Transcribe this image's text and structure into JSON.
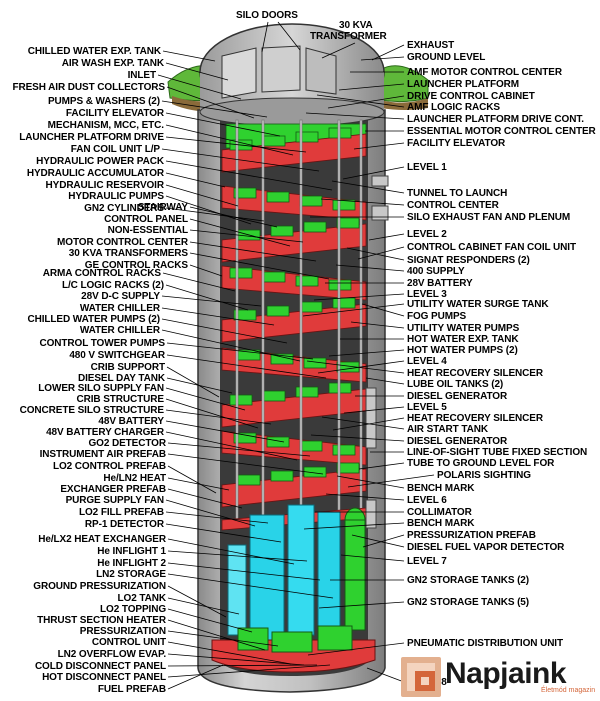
{
  "labels_top": [
    "SILO DOORS",
    "30 KVA",
    "TRANSFORMER"
  ],
  "labels_left": [
    "CHILLED WATER EXP. TANK",
    "AIR WASH EXP. TANK",
    "INLET",
    "FRESH AIR DUST COLLECTORS",
    "PUMPS & WASHERS (2)",
    "FACILITY ELEVATOR",
    "MECHANISM, MCC, ETC.",
    "LAUNCHER PLATFORM DRIVE",
    "FAN COIL UNIT L/P",
    "HYDRAULIC POWER PACK",
    "HYDRAULIC ACCUMULATOR",
    "HYDRAULIC RESERVOIR",
    "HYDRAULIC PUMPS",
    "GN2 CYLINDERS",
    "STAIRWAY",
    "CONTROL PANEL",
    "NON-ESSENTIAL",
    "MOTOR CONTROL CENTER",
    "30 KVA TRANSFORMERS",
    "GE CONTROL RACKS",
    "ARMA CONTROL RACKS",
    "L/C LOGIC RACKS (2)",
    "28V D-C SUPPLY",
    "WATER CHILLER",
    "CHILLED WATER PUMPS (2)",
    "WATER CHILLER",
    "CONTROL TOWER PUMPS",
    "480 V SWITCHGEAR",
    "CRIB SUPPORT",
    "DIESEL DAY TANK",
    "LOWER SILO SUPPLY FAN",
    "CRIB STRUCTURE",
    "CONCRETE SILO STRUCTURE",
    "48V BATTERY",
    "48V BATTERY CHARGER",
    "GO2 DETECTOR",
    "INSTRUMENT AIR PREFAB",
    "LO2 CONTROL PREFAB",
    "He/LN2 HEAT",
    "EXCHANGER PREFAB",
    "PURGE SUPPLY FAN",
    "LO2 FILL PREFAB",
    "RP-1 DETECTOR",
    "He/LX2 HEAT EXCHANGER",
    "He INFLIGHT 1",
    "He INFLIGHT 2",
    "LN2 STORAGE",
    "GROUND PRESSURIZATION",
    "LO2 TANK",
    "LO2 TOPPING",
    "THRUST SECTION HEATER",
    "PRESSURIZATION",
    "CONTROL UNIT",
    "LN2 OVERFLOW EVAP.",
    "COLD DISCONNECT PANEL",
    "HOT DISCONNECT PANEL",
    "FUEL PREFAB"
  ],
  "labels_right": [
    "EXHAUST",
    "GROUND LEVEL",
    "AMF MOTOR CONTROL CENTER",
    "LAUNCHER PLATFORM",
    "DRIVE CONTROL CABINET",
    "AMF LOGIC RACKS",
    "LAUNCHER PLATFORM DRIVE CONT.",
    "ESSENTIAL MOTOR CONTROL CENTER",
    "FACILITY ELEVATOR",
    "LEVEL 1",
    "TUNNEL TO LAUNCH",
    "CONTROL CENTER",
    "SILO EXHAUST FAN AND PLENUM",
    "LEVEL 2",
    "CONTROL CABINET FAN COIL UNIT",
    "SIGNAT RESPONDERS (2)",
    "400 SUPPLY",
    "28V BATTERY",
    "LEVEL 3",
    "UTILITY WATER SURGE TANK",
    "FOG PUMPS",
    "UTILITY WATER PUMPS",
    "HOT WATER EXP. TANK",
    "HOT WATER PUMPS (2)",
    "LEVEL 4",
    "HEAT RECOVERY SILENCER",
    "LUBE OIL TANKS (2)",
    "DIESEL GENERATOR",
    "LEVEL 5",
    "HEAT RECOVERY SILENCER",
    "AIR START TANK",
    "DIESEL GENERATOR",
    "LINE-OF-SIGHT TUBE FIXED SECTION",
    "TUBE TO GROUND LEVEL FOR",
    "POLARIS SIGHTING",
    "BENCH MARK",
    "LEVEL 6",
    "COLLIMATOR",
    "BENCH MARK",
    "PRESSURIZATION PREFAB",
    "DIESEL FUEL VAPOR DETECTOR",
    "LEVEL 7",
    "GN2 STORAGE TANKS (2)",
    "GN2 STORAGE TANKS (5)",
    "PNEUMATIC DISTRIBUTION UNIT",
    "LEVEL 8"
  ],
  "logo": {
    "name": "Napjaink",
    "tagline": "Életmód magazin"
  },
  "colors": {
    "floor": "#e03b3b",
    "equipment": "#2fd12f",
    "tanks": "#29d3e8",
    "shaft": "#b5b5b5",
    "grass": "#5fb83a"
  }
}
